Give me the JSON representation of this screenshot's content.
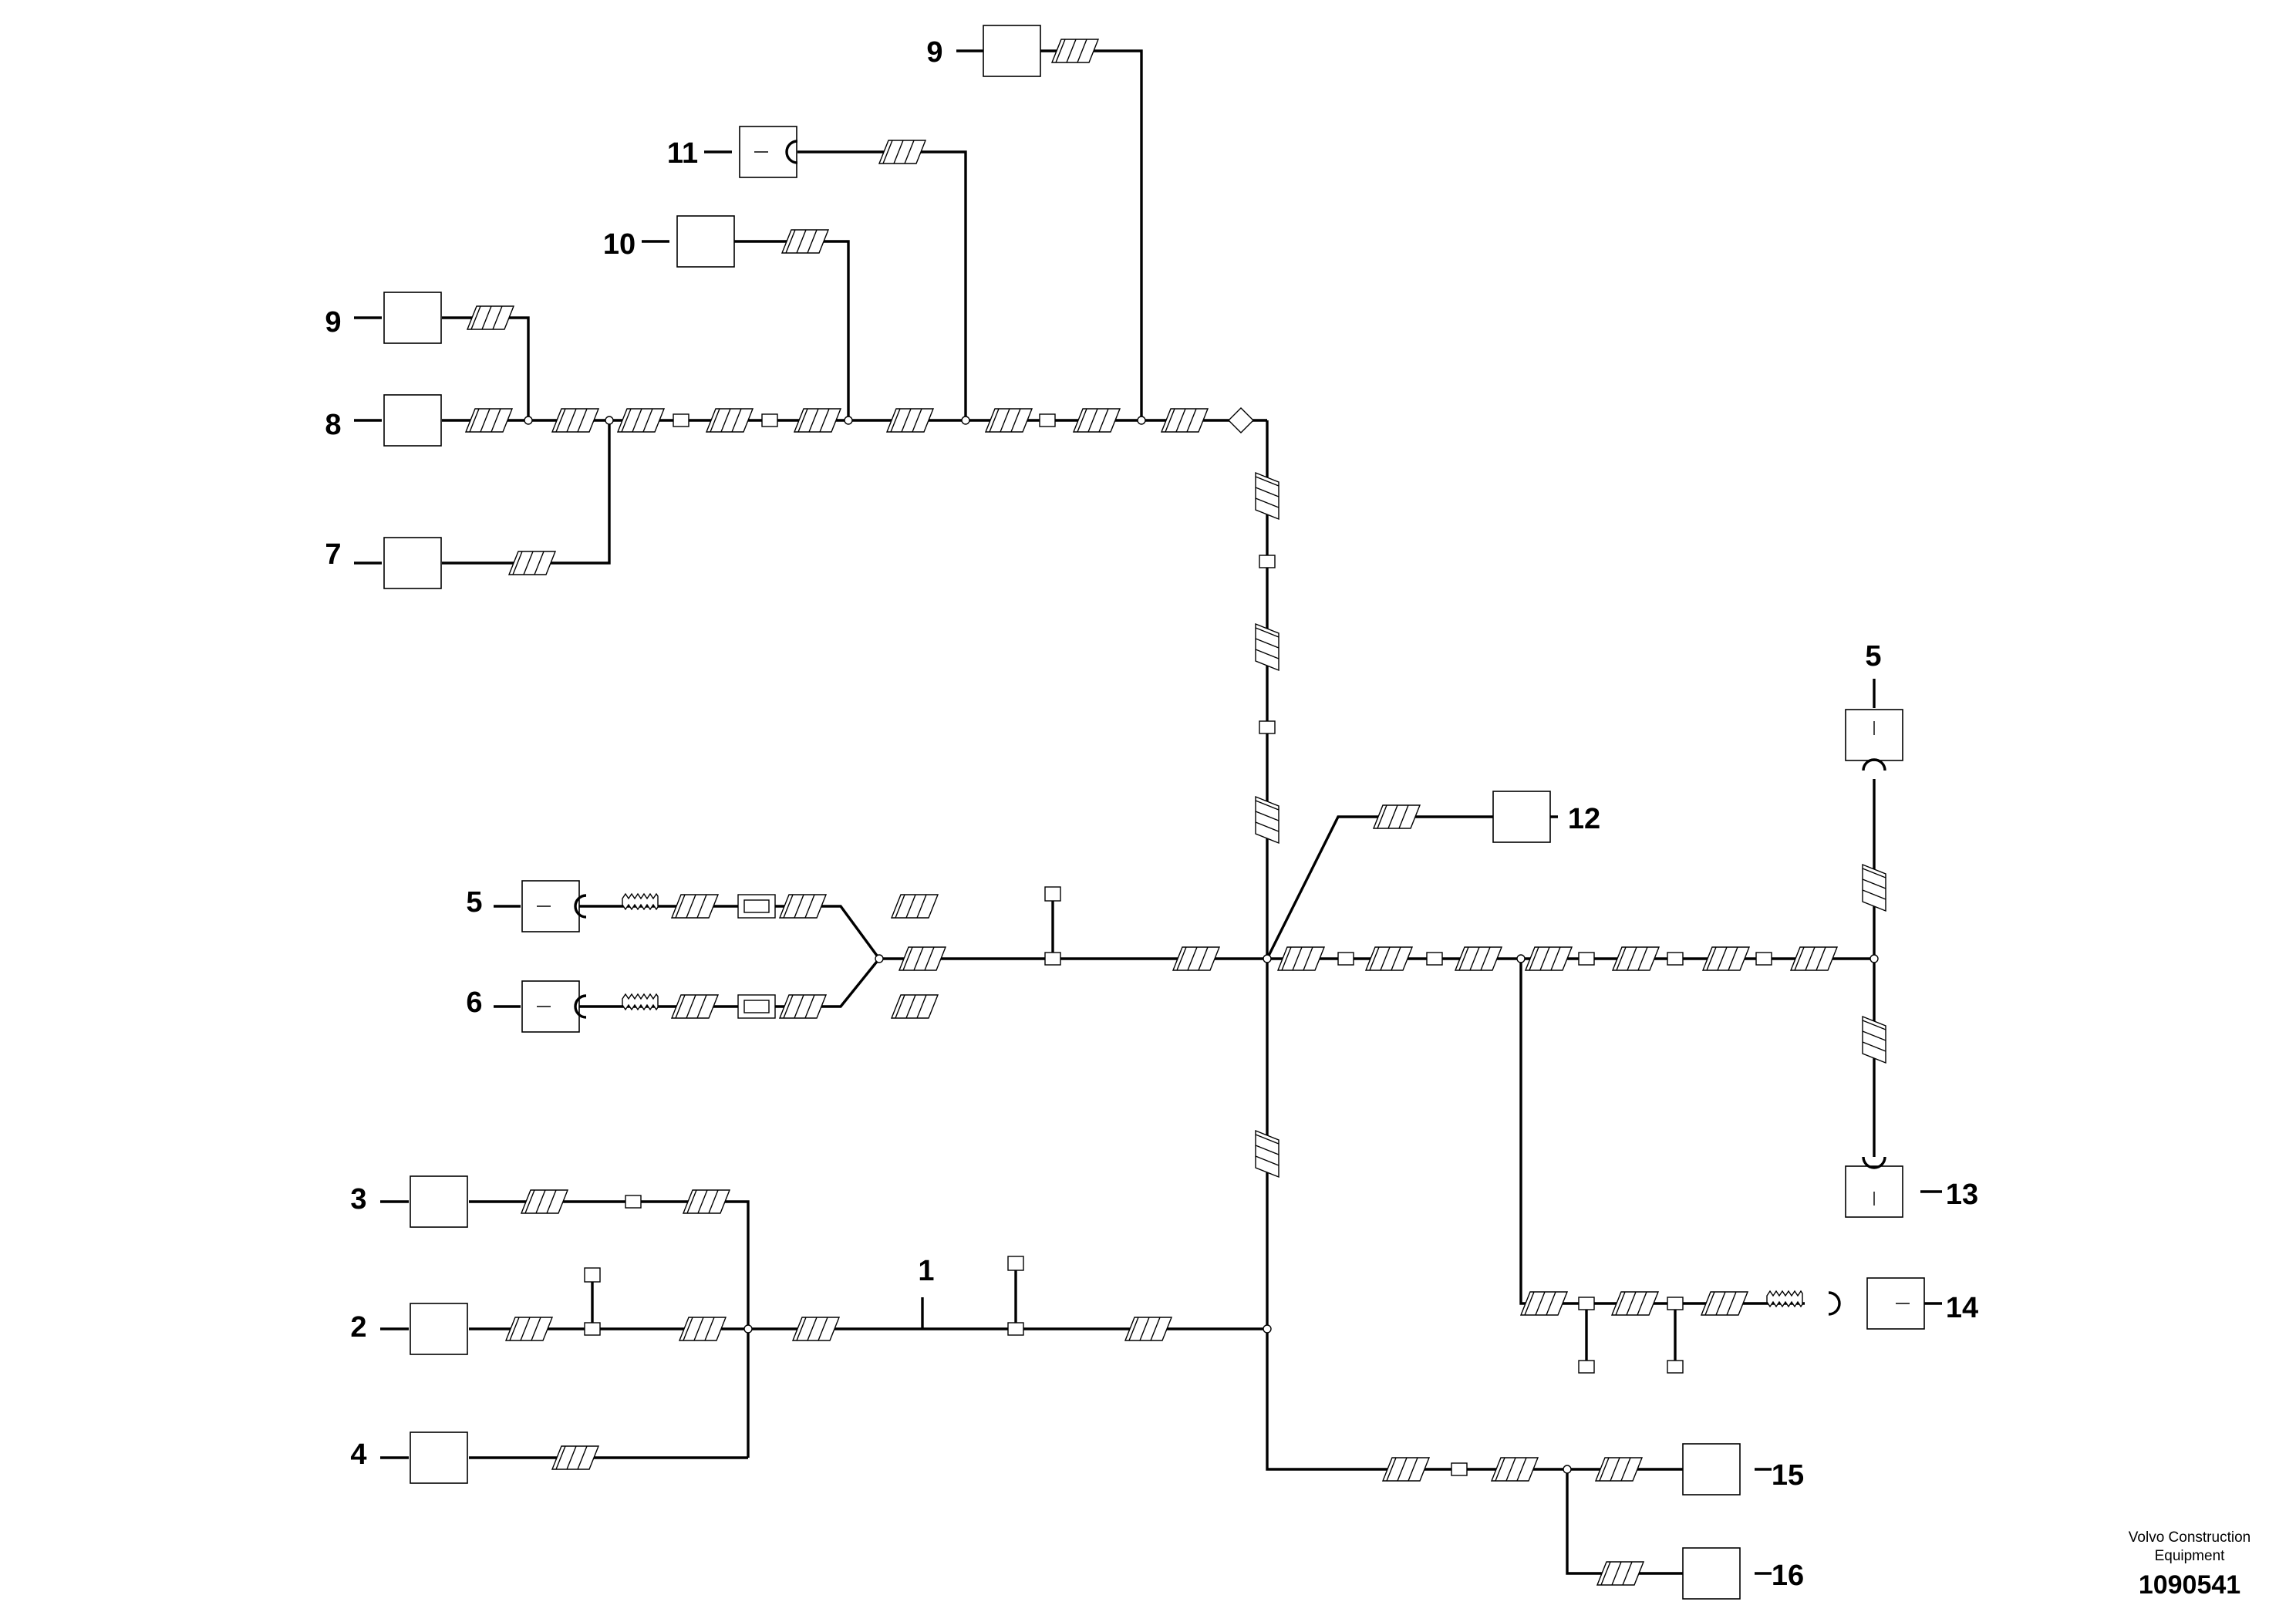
{
  "callouts": {
    "c1": "1",
    "c2": "2",
    "c3": "3",
    "c4": "4",
    "c5_left": "5",
    "c5_right": "5",
    "c6": "6",
    "c7": "7",
    "c8": "8",
    "c9_top": "9",
    "c9_left": "9",
    "c10": "10",
    "c11": "11",
    "c12": "12",
    "c13": "13",
    "c14": "14",
    "c15": "15",
    "c16": "16"
  },
  "branding": {
    "company_line1": "Volvo Construction",
    "company_line2": "Equipment",
    "drawing_number": "1090541"
  }
}
